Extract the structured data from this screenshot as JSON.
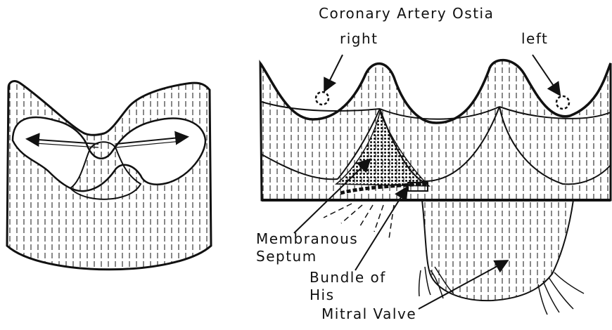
{
  "labels": {
    "coronary_artery_ostia": "Coronary Artery  Ostia",
    "right": "right",
    "left": "left",
    "membranous_septum_line1": "Membranous",
    "membranous_septum_line2": "Septum",
    "bundle_of_his_line1": "Bundle  of",
    "bundle_of_his_line2": "His",
    "mitral_valve": "Mitral  Valve"
  },
  "colors": {
    "ink": "#111111",
    "paper": "#ffffff"
  }
}
